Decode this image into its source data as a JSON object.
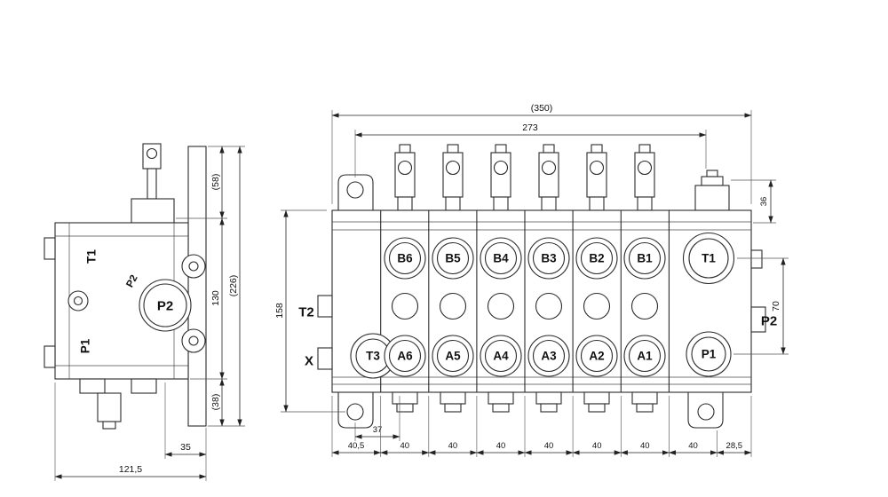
{
  "left_view": {
    "ports": {
      "t1": "T1",
      "p2_side": "P2",
      "p2_face": "P2",
      "p1": "P1"
    },
    "dims": {
      "h58": "(58)",
      "h130": "130",
      "h226": "(226)",
      "h38": "(38)",
      "w35": "35",
      "w121": "121,5"
    }
  },
  "right_view": {
    "ports": {
      "t2": "T2",
      "x": "X",
      "t3": "T3",
      "t1": "T1",
      "p1": "P1",
      "p2": "P2",
      "b": [
        "B6",
        "B5",
        "B4",
        "B3",
        "B2",
        "B1"
      ],
      "a": [
        "A6",
        "A5",
        "A4",
        "A3",
        "A2",
        "A1"
      ]
    },
    "dims": {
      "w350": "(350)",
      "w273": "273",
      "h158": "158",
      "h36": "36",
      "h70": "70",
      "w37": "37",
      "bottom": [
        "40,5",
        "40",
        "40",
        "40",
        "40",
        "40",
        "40",
        "40",
        "28,5"
      ]
    }
  }
}
